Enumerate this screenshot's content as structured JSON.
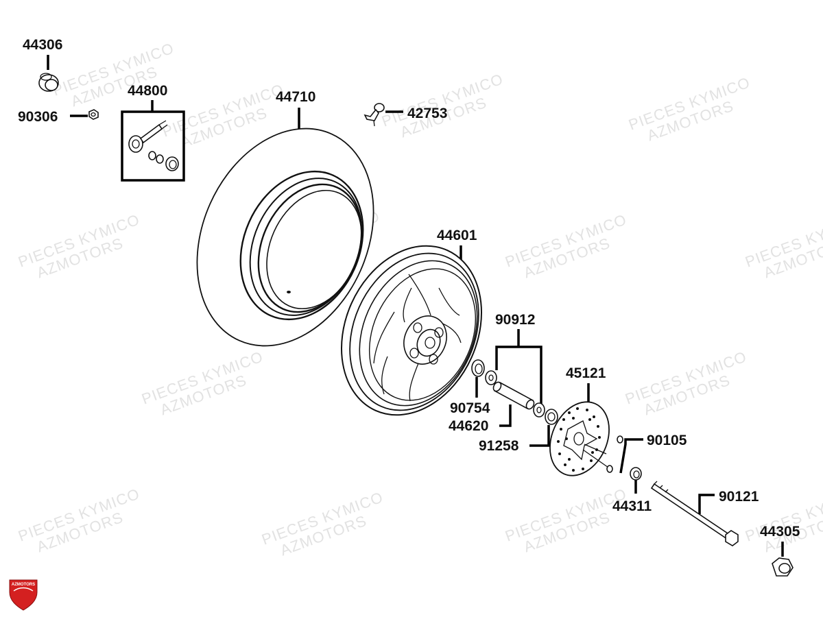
{
  "labels": {
    "p44306": "44306",
    "p90306": "90306",
    "p44800": "44800",
    "p44710": "44710",
    "p42753": "42753",
    "p44601": "44601",
    "p90912": "90912",
    "p90754": "90754",
    "p44620": "44620",
    "p91258": "91258",
    "p45121": "45121",
    "p90105": "90105",
    "p44311": "44311",
    "p90121": "90121",
    "p44305": "44305"
  },
  "watermark": {
    "line1": "PIECES KYMICO",
    "line2": "AZMOTORS"
  },
  "logo": {
    "text": "AZMOTORS",
    "color": "#d42020"
  }
}
